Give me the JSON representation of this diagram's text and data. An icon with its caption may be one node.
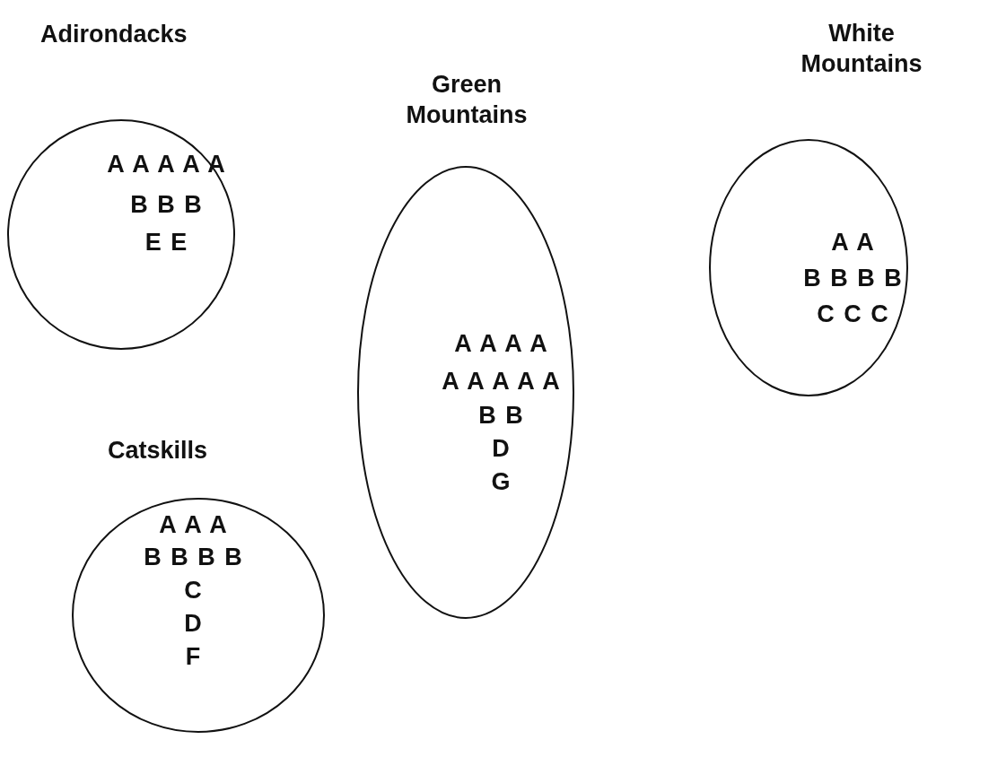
{
  "diagram": {
    "nodes": [
      {
        "text": [
          "Adirondacks",
          "A A A A A",
          "B B B",
          "E E"
        ]
      },
      {
        "text": [
          "Green Mountains",
          "A A A A",
          "A A A A A",
          "B B",
          "D",
          "G"
        ]
      },
      {
        "text": [
          "White Mountains",
          "A A",
          "B B B B",
          "C C C"
        ]
      },
      {
        "text": [
          "Catskills",
          "A A A",
          "B B B B",
          "C",
          "D",
          "F"
        ]
      }
    ]
  }
}
